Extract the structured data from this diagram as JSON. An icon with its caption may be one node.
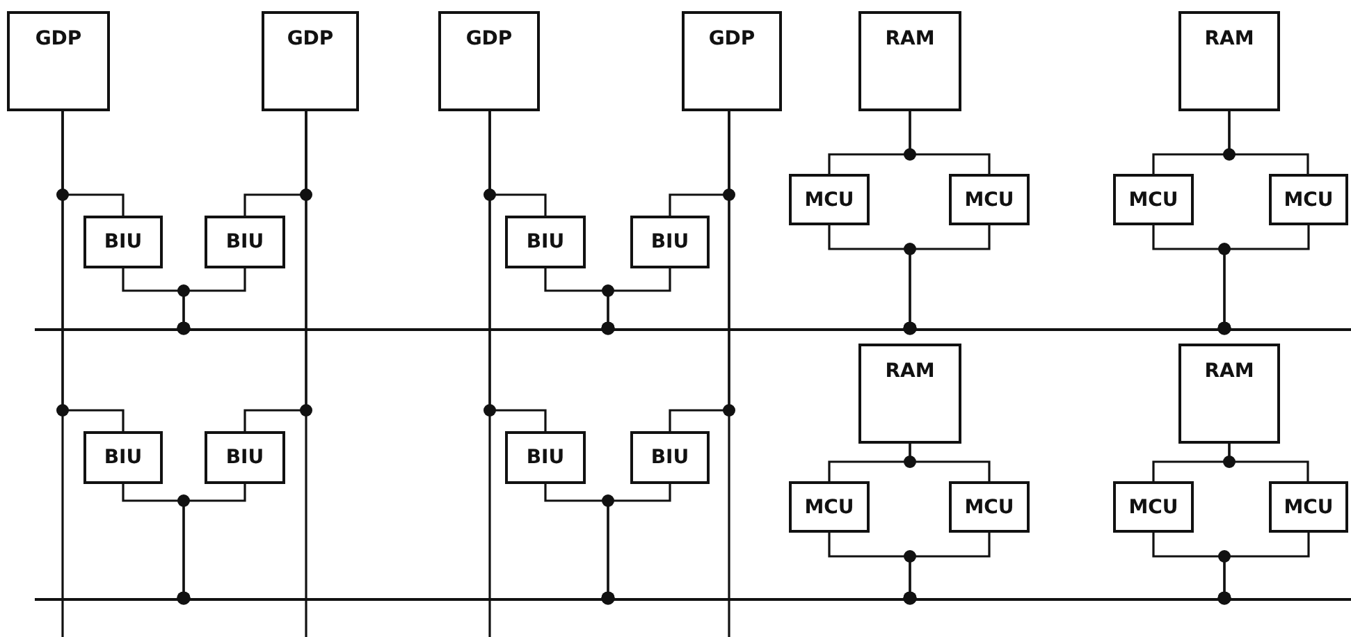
{
  "diagram": {
    "nodes": [
      {
        "text": [
          "GDP"
        ]
      },
      {
        "text": [
          "GDP"
        ]
      },
      {
        "text": [
          "GDP"
        ]
      },
      {
        "text": [
          "GDP"
        ]
      },
      {
        "text": [
          "RAM"
        ]
      },
      {
        "text": [
          "RAM"
        ]
      },
      {
        "text": [
          "MCU"
        ]
      },
      {
        "text": [
          "MCU"
        ]
      },
      {
        "text": [
          "MCU"
        ]
      },
      {
        "text": [
          "MCU"
        ]
      },
      {
        "text": [
          "BIU"
        ]
      },
      {
        "text": [
          "BIU"
        ]
      },
      {
        "text": [
          "BIU"
        ]
      },
      {
        "text": [
          "BIU"
        ]
      },
      {
        "text": [],
        "shape": "bar"
      },
      {
        "text": [
          "RAM"
        ]
      },
      {
        "text": [
          "RAM"
        ]
      },
      {
        "text": [
          "BIU"
        ]
      },
      {
        "text": [
          "BIU"
        ]
      },
      {
        "text": [
          "BIU"
        ]
      },
      {
        "text": [
          "BIU"
        ]
      },
      {
        "text": [
          "MCU"
        ]
      },
      {
        "text": [
          "MCU"
        ]
      },
      {
        "text": [
          "MCU"
        ]
      },
      {
        "text": [
          "MCU"
        ]
      },
      {
        "text": [],
        "shape": "bar"
      }
    ],
    "edges": [
      {
        "from": 0,
        "to": 10,
        "arrow": "none"
      },
      {
        "from": 1,
        "to": 11,
        "arrow": "none"
      },
      {
        "from": 2,
        "to": 12,
        "arrow": "none"
      },
      {
        "from": 3,
        "to": 13,
        "arrow": "none"
      },
      {
        "from": 0,
        "to": 17,
        "arrow": "none"
      },
      {
        "from": 1,
        "to": 18,
        "arrow": "none"
      },
      {
        "from": 2,
        "to": 19,
        "arrow": "none"
      },
      {
        "from": 3,
        "to": 20,
        "arrow": "none"
      },
      {
        "from": 10,
        "to": 14,
        "arrow": "other"
      },
      {
        "from": 11,
        "to": 14,
        "arrow": "other"
      },
      {
        "from": 12,
        "to": 14,
        "arrow": "other"
      },
      {
        "from": 13,
        "to": 14,
        "arrow": "other"
      },
      {
        "from": 17,
        "to": 25,
        "arrow": "other"
      },
      {
        "from": 18,
        "to": 25,
        "arrow": "other"
      },
      {
        "from": 19,
        "to": 25,
        "arrow": "other"
      },
      {
        "from": 20,
        "to": 25,
        "arrow": "other"
      },
      {
        "from": 4,
        "to": 6,
        "arrow": "none"
      },
      {
        "from": 4,
        "to": 7,
        "arrow": "none"
      },
      {
        "from": 5,
        "to": 8,
        "arrow": "none"
      },
      {
        "from": 5,
        "to": 9,
        "arrow": "none"
      },
      {
        "from": 6,
        "to": 14,
        "arrow": "other"
      },
      {
        "from": 7,
        "to": 14,
        "arrow": "other"
      },
      {
        "from": 8,
        "to": 14,
        "arrow": "other"
      },
      {
        "from": 9,
        "to": 14,
        "arrow": "other"
      },
      {
        "from": 15,
        "to": 21,
        "arrow": "none"
      },
      {
        "from": 15,
        "to": 22,
        "arrow": "none"
      },
      {
        "from": 16,
        "to": 23,
        "arrow": "none"
      },
      {
        "from": 16,
        "to": 24,
        "arrow": "none"
      },
      {
        "from": 21,
        "to": 25,
        "arrow": "other"
      },
      {
        "from": 22,
        "to": 25,
        "arrow": "other"
      },
      {
        "from": 23,
        "to": 25,
        "arrow": "other"
      },
      {
        "from": 24,
        "to": 25,
        "arrow": "other"
      }
    ]
  }
}
